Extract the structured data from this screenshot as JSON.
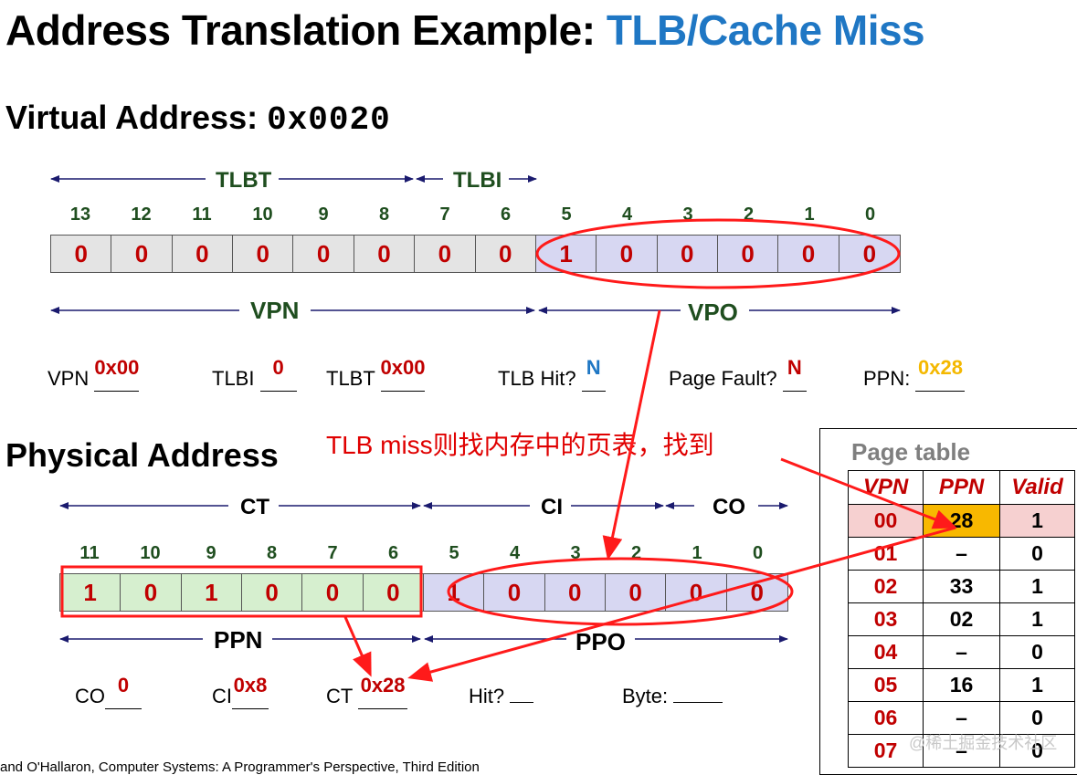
{
  "title": {
    "prefix": "Address Translation Example: ",
    "highlight": "TLB/Cache Miss"
  },
  "virtual": {
    "heading": "Virtual Address: ",
    "address": "0x0020",
    "indices": [
      "13",
      "12",
      "11",
      "10",
      "9",
      "8",
      "7",
      "6",
      "5",
      "4",
      "3",
      "2",
      "1",
      "0"
    ],
    "bits": [
      "0",
      "0",
      "0",
      "0",
      "0",
      "0",
      "0",
      "0",
      "1",
      "0",
      "0",
      "0",
      "0",
      "0"
    ],
    "labels": {
      "tlbt": "TLBT",
      "tlbi": "TLBI",
      "vpn": "VPN",
      "vpo": "VPO"
    },
    "fields": {
      "vpn_label": "VPN",
      "vpn_value": "0x00",
      "tlbi_label": "TLBI",
      "tlbi_value": "0",
      "tlbt_label": "TLBT",
      "tlbt_value": "0x00",
      "tlbhit_label": "TLB Hit?",
      "tlbhit_value": "N",
      "pagefault_label": "Page Fault?",
      "pagefault_value": "N",
      "ppn_label": "PPN:",
      "ppn_value": "0x28"
    }
  },
  "note": "TLB miss则找内存中的页表，找到",
  "physical": {
    "heading": "Physical Address",
    "indices": [
      "11",
      "10",
      "9",
      "8",
      "7",
      "6",
      "5",
      "4",
      "3",
      "2",
      "1",
      "0"
    ],
    "bits": [
      "1",
      "0",
      "1",
      "0",
      "0",
      "0",
      "1",
      "0",
      "0",
      "0",
      "0",
      "0"
    ],
    "labels": {
      "ct": "CT",
      "ci": "CI",
      "co": "CO",
      "ppn": "PPN",
      "ppo": "PPO"
    },
    "fields": {
      "co_label": "CO",
      "co_value": "0",
      "ci_label": "CI",
      "ci_value": "0x8",
      "ct_label": "CT",
      "ct_value": "0x28",
      "hit_label": "Hit?",
      "hit_value": "",
      "byte_label": "Byte:",
      "byte_value": ""
    }
  },
  "page_table": {
    "title": "Page table",
    "headers": [
      "VPN",
      "PPN",
      "Valid"
    ],
    "rows": [
      [
        "00",
        "28",
        "1"
      ],
      [
        "01",
        "–",
        "0"
      ],
      [
        "02",
        "33",
        "1"
      ],
      [
        "03",
        "02",
        "1"
      ],
      [
        "04",
        "–",
        "0"
      ],
      [
        "05",
        "16",
        "1"
      ],
      [
        "06",
        "–",
        "0"
      ],
      [
        "07",
        "–",
        "0"
      ]
    ]
  },
  "footer": "and O'Hallaron, Computer Systems: A Programmer's Perspective, Third Edition",
  "watermark": "@稀土掘金技术社区",
  "colors": {
    "accent_blue": "#1f77c4",
    "answer_red": "#c00000",
    "highlight_gold": "#f4b800",
    "annotation_red": "#e00000",
    "navy_arrow": "#1a1a6e"
  }
}
